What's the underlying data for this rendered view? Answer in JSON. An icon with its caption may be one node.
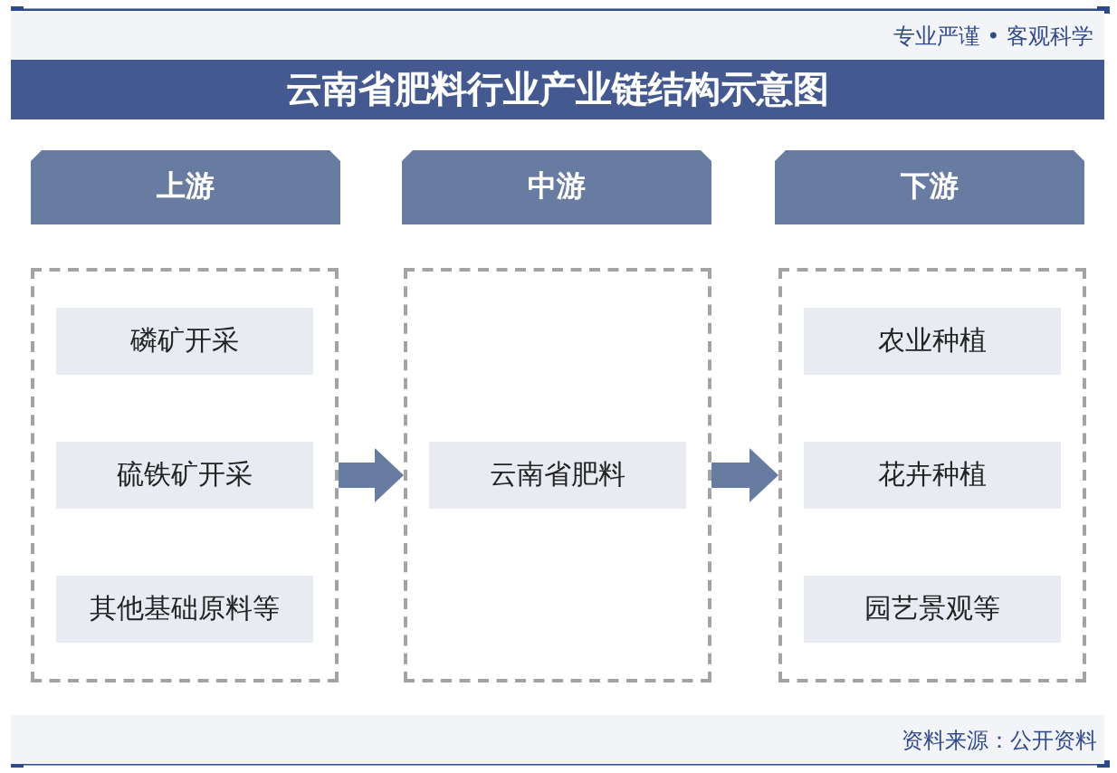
{
  "diagram": {
    "title": "云南省肥料行业产业链结构示意图",
    "nodes": [
      {
        "text": [
          "上游"
        ]
      },
      {
        "text": [],
        "shape": "box"
      },
      {
        "text": [
          "磷矿开采"
        ],
        "in": 1
      },
      {
        "text": [
          "硫铁矿开采"
        ],
        "in": 1
      },
      {
        "text": [
          "其他基础原料等"
        ],
        "in": 1
      },
      {
        "text": [
          "中游"
        ]
      },
      {
        "text": [],
        "shape": "box"
      },
      {
        "text": [
          "云南省肥料"
        ],
        "in": 6
      },
      {
        "text": [
          "下游"
        ]
      },
      {
        "text": [],
        "shape": "box"
      },
      {
        "text": [
          "农业种植"
        ],
        "in": 9
      },
      {
        "text": [
          "花卉种植"
        ],
        "in": 9
      },
      {
        "text": [
          "园艺景观等"
        ],
        "in": 9
      }
    ],
    "edges": [
      {
        "from": 1,
        "to": 6,
        "arrow": "to"
      },
      {
        "from": 6,
        "to": 9,
        "arrow": "to"
      }
    ],
    "labels": [
      "专业严谨 • 客观科学",
      "资料来源：公开资料"
    ]
  }
}
